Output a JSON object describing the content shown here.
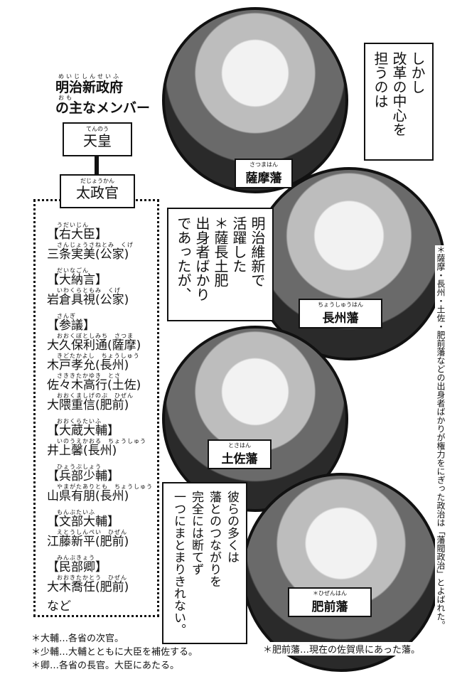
{
  "title": {
    "reading1": "めいじしんせいふ",
    "line1": "明治新政府",
    "reading2": "おも",
    "line2": "の主なメンバー"
  },
  "chart": {
    "emperor": {
      "reading": "てんのう",
      "label": "天皇"
    },
    "dajokan": {
      "reading": "だじょうかん",
      "label": "太政官"
    }
  },
  "members": [
    {
      "post": "【右大臣】",
      "post_reading": "うだいじん",
      "people": [
        {
          "reading": "さんじょうさねとみ　くげ",
          "name": "三条実美(公家)"
        }
      ]
    },
    {
      "post": "【大納言】",
      "post_reading": "だいなごん",
      "people": [
        {
          "reading": "いわくらともみ　くげ",
          "name": "岩倉具視(公家)"
        }
      ]
    },
    {
      "post": "【参議】",
      "post_reading": "さんぎ",
      "people": [
        {
          "reading": "おおくぼとしみち　さつま",
          "name": "大久保利通(薩摩)"
        },
        {
          "reading": "きどたかよし　ちょうしゅう",
          "name": "木戸孝允(長州)"
        },
        {
          "reading": "さききたかゆき　とさ",
          "name": "佐々木高行(土佐)"
        },
        {
          "reading": "おおくましげのぶ　ひぜん",
          "name": "大隈重信(肥前)"
        }
      ]
    },
    {
      "post": "【大蔵大輔】",
      "post_reading": "おおくらたいふ",
      "people": [
        {
          "reading": "いのうえかおる　ちょうしゅう",
          "name": "井上馨(長州)"
        }
      ]
    },
    {
      "post": "【兵部少輔】",
      "post_reading": "ひょうぶしょう",
      "people": [
        {
          "reading": "やまがたありとも　ちょうしゅう",
          "name": "山県有朋(長州)"
        }
      ]
    },
    {
      "post": "【文部大輔】",
      "post_reading": "もんぶたいふ",
      "people": [
        {
          "reading": "えとうしんぺい　ひぜん",
          "name": "江藤新平(肥前)"
        }
      ]
    },
    {
      "post": "【民部卿】",
      "post_reading": "みんぶきょう",
      "people": [
        {
          "reading": "おおきたかとう　ひぜん",
          "name": "大木喬任(肥前)"
        }
      ]
    }
  ],
  "etc": "など",
  "footnotes": [
    "＊大輔…各省の次官。",
    "＊少輔…大輔とともに大臣を補佐する。",
    "＊卿…各省の長官。大臣にあたる。"
  ],
  "panels": [
    {
      "reading": "さつまはん",
      "label": "薩摩藩"
    },
    {
      "reading": "ちょうしゅうはん",
      "label": "長州藩"
    },
    {
      "reading": "とさはん",
      "label": "土佐藩"
    },
    {
      "reading": "＊ひぜんはん",
      "label": "肥前藩"
    }
  ],
  "captions": {
    "c1": [
      "しかし",
      "改革の中心を",
      "担うのは"
    ],
    "c2": [
      "明治維新で",
      "活躍した",
      "＊薩長土肥",
      "出身者ばかり",
      "であったが、"
    ],
    "c3": [
      "彼らの多くは",
      "藩とのつながりを",
      "完全には断てず",
      "一つにまとまりきれない。"
    ]
  },
  "side_note": "＊薩摩・長州・土佐・肥前藩などの出身者ばかりが権力をにぎった政治は「藩閥政治」とよばれた。",
  "hizen_note": "＊肥前藩…現在の佐賀県にあった藩。"
}
